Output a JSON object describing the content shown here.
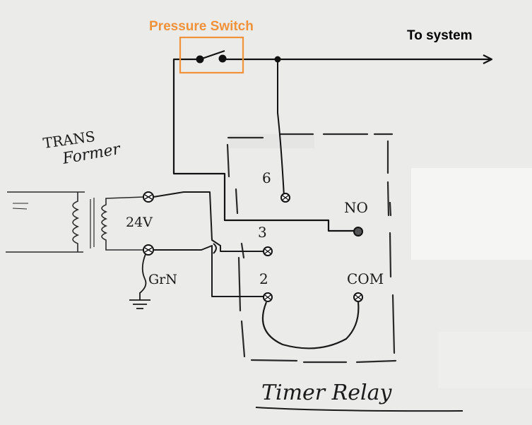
{
  "colors": {
    "paper": "#ebebe9",
    "ink": "#1a1a1a",
    "accent_orange": "#f0923a"
  },
  "labels": {
    "pressure_switch": "Pressure Switch",
    "to_system": "To system",
    "transformer_line1": "TRANS",
    "transformer_line2": "Former",
    "voltage": "24V",
    "grn": "GrN",
    "terminal_6": "6",
    "terminal_no": "NO",
    "terminal_3": "3",
    "terminal_2": "2",
    "terminal_com": "COM",
    "timer_relay": "Timer Relay"
  },
  "icons": {
    "transformer": "transformer-coil-icon",
    "ground": "ground-symbol-icon",
    "switch": "switch-contact-icon",
    "arrow": "arrow-right-icon"
  }
}
